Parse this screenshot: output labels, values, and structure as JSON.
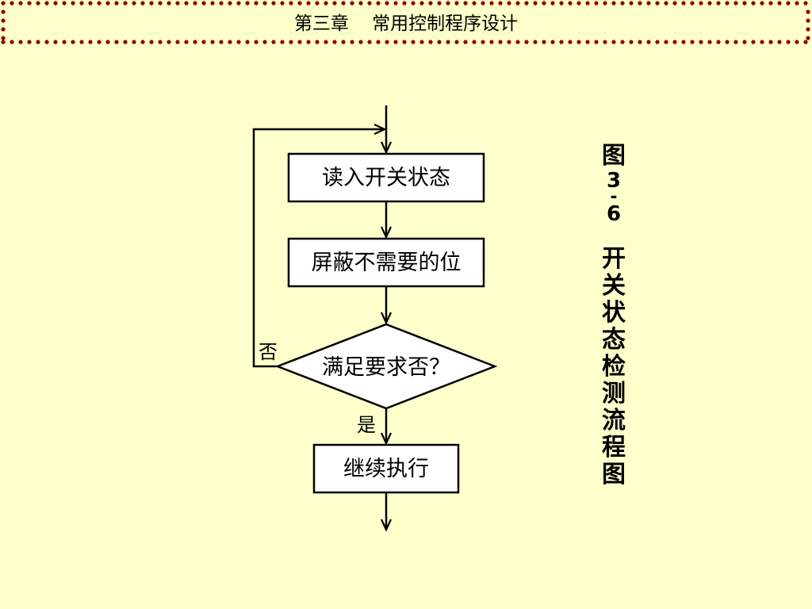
{
  "header": {
    "title": "第三章    常用控制程序设计",
    "border_color": "#8B0000",
    "background": "#FFFFCC"
  },
  "flowchart": {
    "nodes": {
      "read": "读入开关状态",
      "mask": "屏蔽不需要的位",
      "decision": "满足要求否？",
      "continue": "继续执行"
    },
    "edges": {
      "no_label": "否",
      "yes_label": "是"
    }
  },
  "caption": {
    "figure_char": "图",
    "num_major": "3",
    "dash": "-",
    "num_minor": "6",
    "text_chars": [
      "开",
      "关",
      "状",
      "态",
      "检",
      "测",
      "流",
      "程",
      "图"
    ]
  }
}
